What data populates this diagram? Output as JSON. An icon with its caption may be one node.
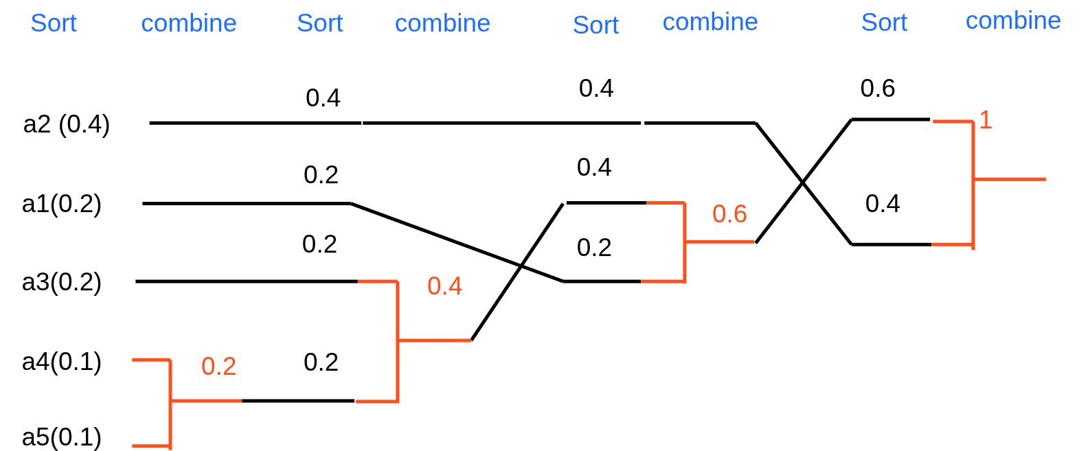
{
  "diagram": {
    "labels": [
      "Sort",
      "combine",
      "Sort",
      "combine",
      "Sort",
      "combine",
      "Sort",
      "combine",
      "a2 (0.4)",
      "0.4",
      "0.4",
      "0.6",
      "1",
      "a1(0.2)",
      "0.2",
      "0.4",
      "0.6",
      "0.4",
      "a3(0.2)",
      "0.2",
      "0.2",
      "0.4",
      "a4(0.1)",
      "0.2",
      "0.2",
      "a5(0.1)"
    ]
  }
}
